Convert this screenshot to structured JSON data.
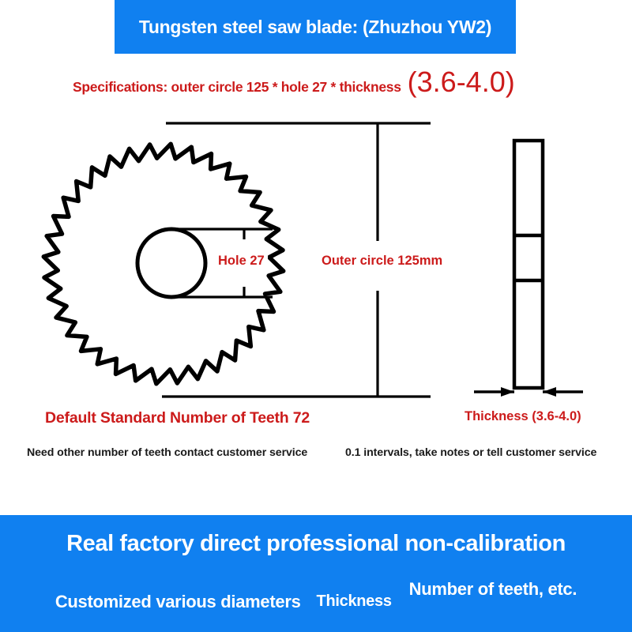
{
  "header": {
    "title": "Tungsten steel saw blade: (Zhuzhou YW2)",
    "banner_color": "#1080f0",
    "text_color": "#ffffff"
  },
  "spec": {
    "main_text": "Specifications: outer circle 125 * hole 27 * thickness",
    "thickness_range": "(3.6-4.0)",
    "text_color": "#cc1b1b"
  },
  "diagram": {
    "hole_label": "Hole 27",
    "outer_circle_label": "Outer circle 125mm",
    "line_color": "#000000",
    "label_color": "#cc1b1b"
  },
  "captions": {
    "teeth_title": "Default Standard Number of Teeth 72",
    "teeth_note": "Need other number of teeth contact customer service",
    "thickness_title": "Thickness (3.6-4.0)",
    "thickness_note": "0.1 intervals, take notes or tell customer service"
  },
  "promo": {
    "headline": "Real factory direct professional non-calibration",
    "diameters": "Customized various diameters",
    "thickness": "Thickness",
    "teeth": "Number of teeth, etc.",
    "banner_color": "#1080f0"
  }
}
